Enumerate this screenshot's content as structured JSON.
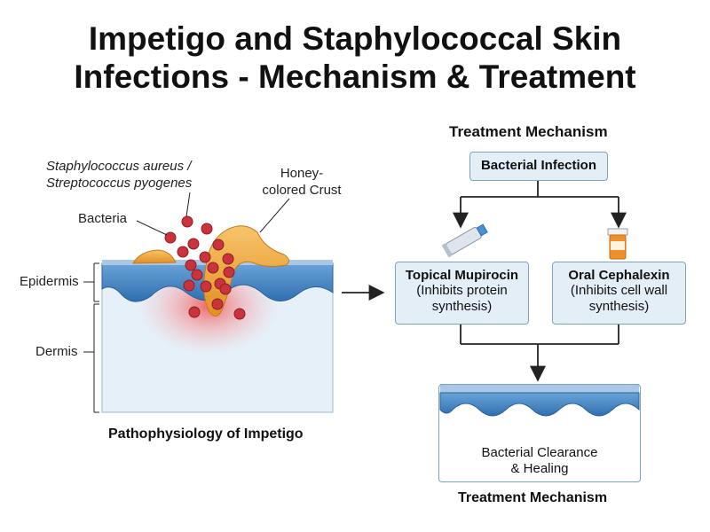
{
  "title": {
    "line1": "Impetigo and Staphylococcal Skin",
    "line2": "Infections - Mechanism & Treatment"
  },
  "left_panel": {
    "organism_line1": "Staphylococcus aureus /",
    "organism_line2": "Streptococcus pyogenes",
    "bacteria_label": "Bacteria",
    "crust_line1": "Honey-",
    "crust_line2": "colored Crust",
    "epidermis_label": "Epidermis",
    "dermis_label": "Dermis",
    "caption": "Pathophysiology of Impetigo"
  },
  "right_panel": {
    "heading": "Treatment Mechanism",
    "infection_box": "Bacterial Infection",
    "topical": {
      "name": "Topical Mupirocin",
      "line1": "(Inhibits protein",
      "line2": "synthesis)"
    },
    "oral": {
      "name": "Oral Cephalexin",
      "line1": "(Inhibits cell wall",
      "line2": "synthesis)"
    },
    "result_line1": "Bacterial Clearance",
    "result_line2": "& Healing",
    "caption": "Treatment Mechanism"
  },
  "colors": {
    "epidermis_blue": "#3f7fc0",
    "dermis_bg": "#e6f0f9",
    "crust_orange": "#f0a63a",
    "bacteria_red": "#c9333c",
    "box_fill": "#e3eef7",
    "box_border": "#7ea3c1"
  },
  "icons": {
    "tube": "ointment-tube-icon",
    "bottle": "pill-bottle-icon"
  }
}
